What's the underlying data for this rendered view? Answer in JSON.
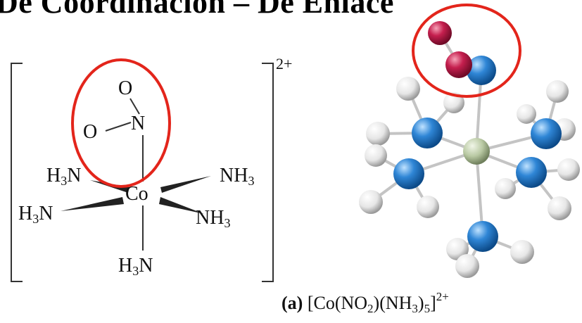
{
  "header": {
    "title": "De Coordinación – De Enlace"
  },
  "structure": {
    "atoms": {
      "o_top": "O",
      "o_left": "O",
      "n": "N",
      "co": "Co"
    },
    "ligands": {
      "h3n": "H",
      "nh": "NH",
      "sub3": "3"
    },
    "charge": "2+"
  },
  "caption": {
    "tag": "(a)",
    "formula_open": "[Co(NO",
    "sub2": "2",
    "mid": ")(NH",
    "sub3": "3",
    "close": ")",
    "sub5": "5",
    "bracket": "]",
    "sup": "2+"
  },
  "colors": {
    "highlight": "#e3251b",
    "nitrogen": "#2f86d6",
    "oxygen": "#c51f4e",
    "cobalt": "#b9c9a3",
    "hydrogen": "#e6e6e6"
  }
}
